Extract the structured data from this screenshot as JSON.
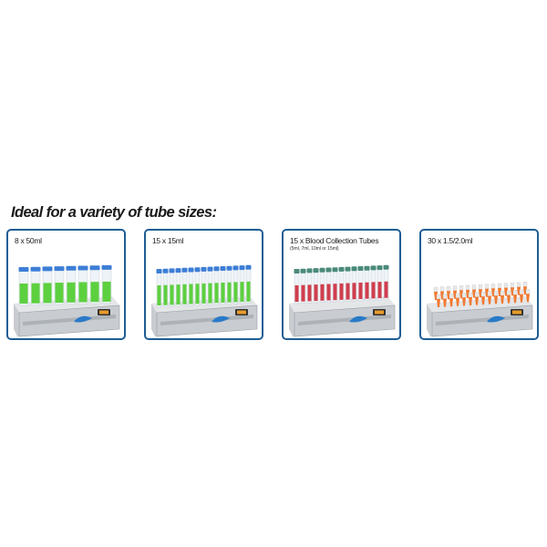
{
  "heading": "Ideal for a variety of tube sizes:",
  "cards": [
    {
      "label": "8 x 50ml",
      "sublabel": "",
      "tube_count": 8,
      "liquid": "#4ccc2a",
      "cap": "#3d7ed6",
      "style": "wide"
    },
    {
      "label": "15 x 15ml",
      "sublabel": "",
      "tube_count": 15,
      "liquid": "#4ccc2a",
      "cap": "#3d7ed6",
      "style": "narrow"
    },
    {
      "label": "15 x Blood Collection Tubes",
      "sublabel": "(5ml, 7ml, 10ml or 15ml)",
      "tube_count": 15,
      "liquid": "#cc2a3a",
      "cap": "#4a8a7a",
      "style": "blood"
    },
    {
      "label": "30 x 1.5/2.0ml",
      "sublabel": "",
      "tube_count": 30,
      "liquid": "#f07a32",
      "cap": "#e8e8e8",
      "style": "micro"
    }
  ],
  "colors": {
    "frame": "#1f5d95",
    "rocker_body": "#c9ccd0",
    "rocker_dark": "#9aa0a6",
    "rocker_light": "#e4e6e8"
  }
}
